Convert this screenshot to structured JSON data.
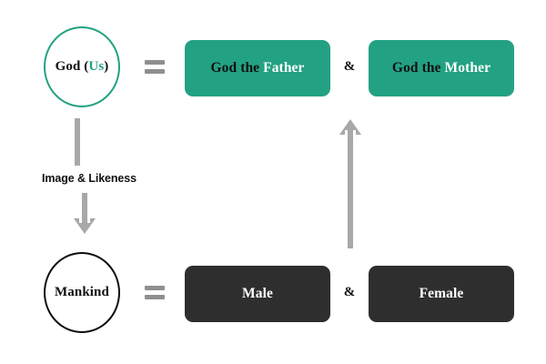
{
  "diagram": {
    "title": "God (Us) and Mankind image and likeness diagram",
    "colors": {
      "teal": "#23a183",
      "dark": "#2e2e2e",
      "arrow_gray": "#a8a8a8",
      "equals_gray": "#8f8f8f",
      "background": "#ffffff",
      "text_dark": "#111111",
      "text_light": "#ffffff"
    },
    "top_row": {
      "circle": {
        "text_primary": "God (",
        "text_accent": "Us",
        "text_suffix": ")",
        "full_text": "God (Us)"
      },
      "equals": "=",
      "ampersand": "&",
      "boxes": [
        {
          "prefix": "God the ",
          "emphasis": "Father",
          "full_text": "God the Father"
        },
        {
          "prefix": "God the ",
          "emphasis": "Mother",
          "full_text": "God the Mother"
        }
      ]
    },
    "bottom_row": {
      "circle": {
        "full_text": "Mankind"
      },
      "equals": "=",
      "ampersand": "&",
      "boxes": [
        {
          "full_text": "Male"
        },
        {
          "full_text": "Female"
        }
      ]
    },
    "connectors": {
      "down_arrow_label": "Image & Likeness",
      "down_arrow_name": "image-and-likeness-arrow",
      "up_arrow_name": "mankind-to-god-arrow"
    }
  }
}
